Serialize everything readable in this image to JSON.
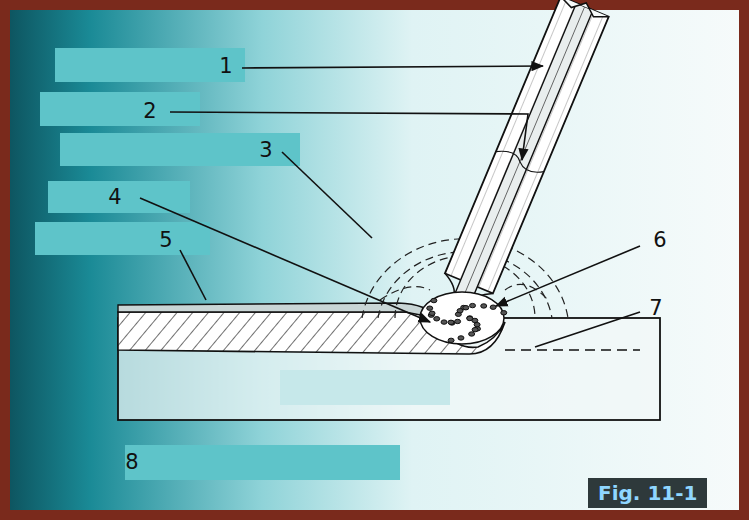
{
  "diagram": {
    "nodes": [
      {
        "text": [
          "Fig. 11-1"
        ]
      }
    ],
    "labels": [
      "1",
      "2",
      "3",
      "4",
      "5",
      "6",
      "7",
      "8"
    ]
  }
}
